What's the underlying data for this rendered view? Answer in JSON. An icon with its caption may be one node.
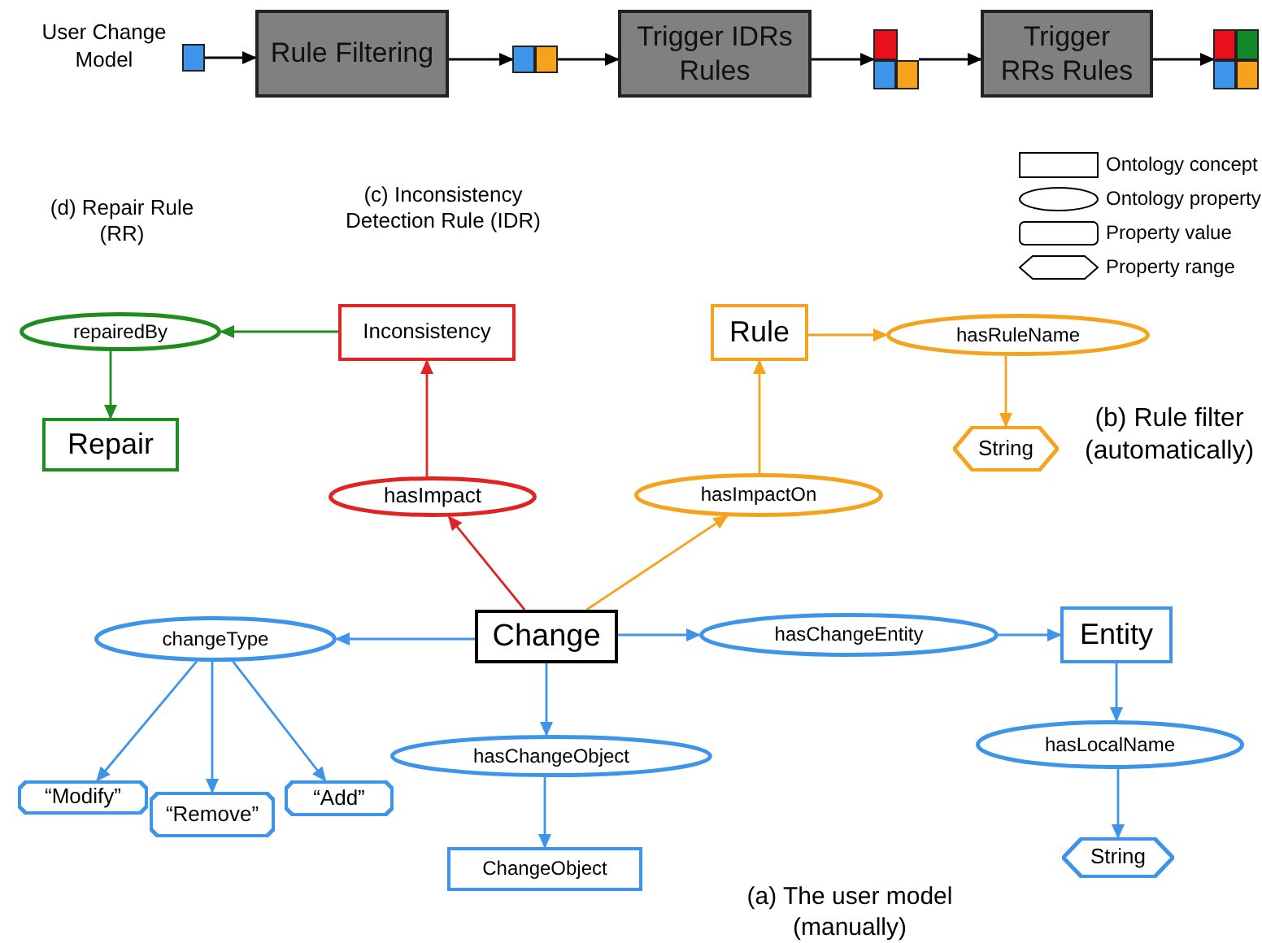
{
  "diagram": {
    "nodes": [
      {
        "text": [],
        "shape": "box",
        "beside": [
          "User Change Model"
        ]
      },
      {
        "text": [
          "Rule Filtering"
        ]
      },
      {
        "text": [],
        "shape": "box"
      },
      {
        "text": [
          "Trigger IDRs Rules"
        ]
      },
      {
        "text": [],
        "shape": "box"
      },
      {
        "text": [
          "Trigger RRs Rules"
        ]
      },
      {
        "text": [],
        "shape": "box"
      },
      {
        "text": [
          "repairedBy"
        ]
      },
      {
        "text": [
          "Repair"
        ]
      },
      {
        "text": [
          "Inconsistency"
        ]
      },
      {
        "text": [
          "hasImpact"
        ]
      },
      {
        "text": [
          "Rule"
        ]
      },
      {
        "text": [
          "hasRuleName"
        ]
      },
      {
        "text": [
          "String"
        ]
      },
      {
        "text": [
          "hasImpactOn"
        ]
      },
      {
        "text": [
          "changeType"
        ]
      },
      {
        "text": [
          "Change"
        ]
      },
      {
        "text": [
          "hasChangeEntity"
        ]
      },
      {
        "text": [
          "Entity"
        ]
      },
      {
        "text": [
          "hasChangeObject"
        ]
      },
      {
        "text": [
          "“Modify”"
        ]
      },
      {
        "text": [
          "“Remove”"
        ]
      },
      {
        "text": [
          "“Add”"
        ]
      },
      {
        "text": [
          "hasLocalName"
        ]
      },
      {
        "text": [
          "ChangeObject"
        ]
      },
      {
        "text": [
          "String"
        ]
      }
    ],
    "edges": [
      {
        "from": 0,
        "to": 1,
        "arrow": "to",
        "color": "#000000"
      },
      {
        "from": 1,
        "to": 2,
        "arrow": "to",
        "color": "#000000"
      },
      {
        "from": 2,
        "to": 3,
        "arrow": "to",
        "color": "#000000"
      },
      {
        "from": 3,
        "to": 4,
        "arrow": "to",
        "color": "#000000"
      },
      {
        "from": 4,
        "to": 5,
        "arrow": "to",
        "color": "#000000"
      },
      {
        "from": 5,
        "to": 6,
        "arrow": "to",
        "color": "#000000"
      },
      {
        "from": 9,
        "to": 7,
        "arrow": "to",
        "color": "#1e8c1e"
      },
      {
        "from": 7,
        "to": 8,
        "arrow": "to",
        "color": "#1e8c1e"
      },
      {
        "from": 10,
        "to": 9,
        "arrow": "to",
        "color": "#e02424"
      },
      {
        "from": 16,
        "to": 10,
        "arrow": "to",
        "color": "#e02424"
      },
      {
        "from": 16,
        "to": 14,
        "arrow": "to",
        "color": "#f5a31d"
      },
      {
        "from": 14,
        "to": 11,
        "arrow": "to",
        "color": "#f5a31d"
      },
      {
        "from": 11,
        "to": 12,
        "arrow": "to",
        "color": "#f5a31d"
      },
      {
        "from": 12,
        "to": 13,
        "arrow": "to",
        "color": "#f5a31d"
      },
      {
        "from": 16,
        "to": 15,
        "arrow": "to"
      },
      {
        "from": 15,
        "to": 20,
        "arrow": "to"
      },
      {
        "from": 15,
        "to": 21,
        "arrow": "to"
      },
      {
        "from": 15,
        "to": 22,
        "arrow": "to"
      },
      {
        "from": 16,
        "to": 19,
        "arrow": "to"
      },
      {
        "from": 19,
        "to": 24,
        "arrow": "to"
      },
      {
        "from": 16,
        "to": 17,
        "arrow": "to"
      },
      {
        "from": 17,
        "to": 18,
        "arrow": "to"
      },
      {
        "from": 18,
        "to": 23,
        "arrow": "to"
      },
      {
        "from": 23,
        "to": 25,
        "arrow": "to"
      }
    ],
    "labels": [
      "(d) Repair Rule (RR)",
      "(c) Inconsistency Detection Rule (IDR)",
      "(b) Rule filter (automatically)",
      "(a) The user model (manually)"
    ],
    "legend": [
      {
        "text": "Ontology concept"
      },
      {
        "text": "Ontology property"
      },
      {
        "text": "Property value"
      },
      {
        "text": "Property range"
      }
    ]
  }
}
